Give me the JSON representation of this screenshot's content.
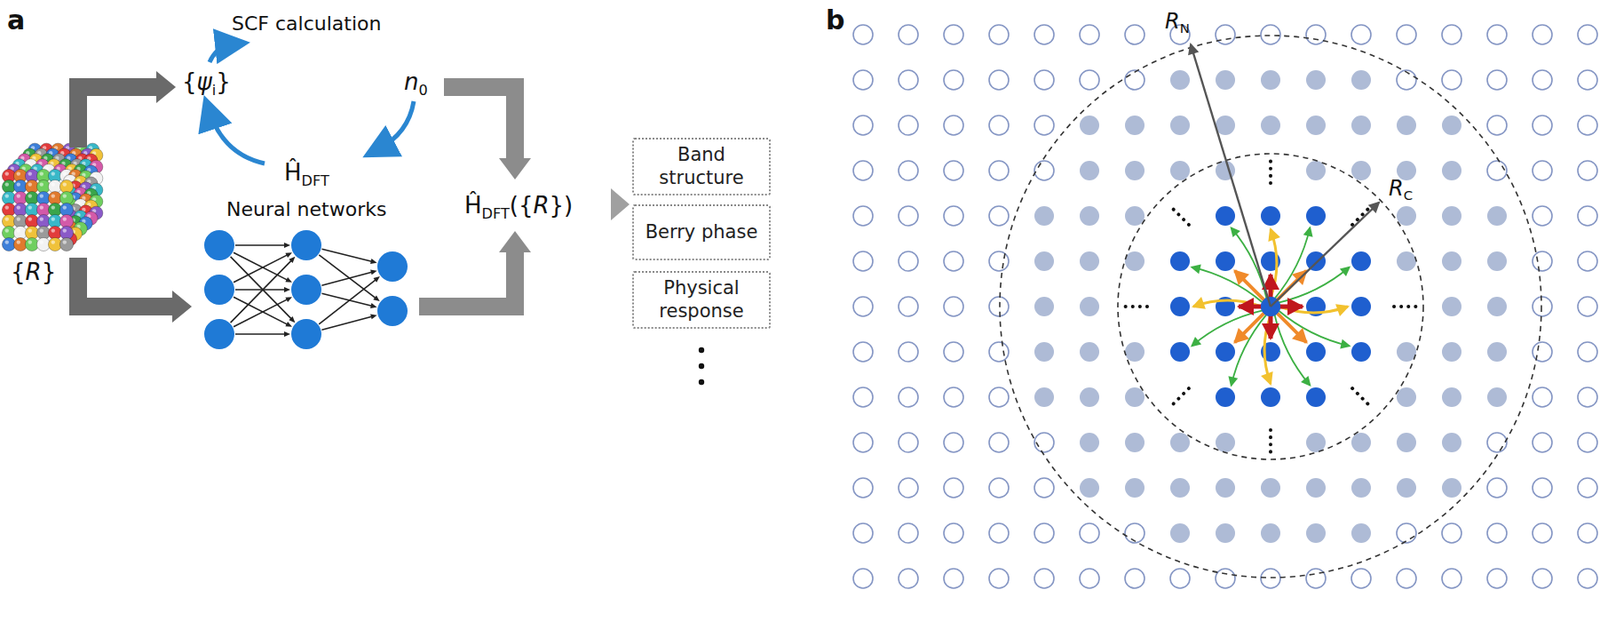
{
  "diagram": {
    "nodes": [
      {
        "text": [
          "Band structure"
        ]
      },
      {
        "text": [
          "Berry phase"
        ]
      },
      {
        "text": [
          "Physical response"
        ]
      }
    ],
    "labels": [
      "a",
      "SCF calculation",
      "{",
      "ψ",
      "i",
      "}",
      "n",
      "0",
      "Ĥ",
      "DFT",
      "{",
      "R",
      "}",
      "Neural networks",
      "Ĥ",
      "DFT",
      "({",
      "R",
      "})",
      "b",
      "R",
      "N",
      "R",
      "C"
    ]
  }
}
